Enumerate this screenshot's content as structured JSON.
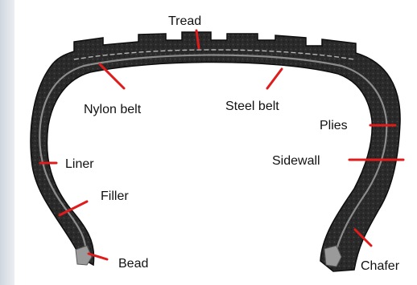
{
  "diagram": {
    "labels": {
      "tread": "Tread",
      "nylon_belt": "Nylon belt",
      "steel_belt": "Steel belt",
      "plies": "Plies",
      "liner": "Liner",
      "sidewall": "Sidewall",
      "filler": "Filler",
      "bead": "Bead",
      "chafer": "Chafer"
    },
    "colors": {
      "tire": "#262626",
      "tire_edge": "#0d0d0d",
      "liner": "#8c8c8c",
      "leader": "#e01b1b",
      "text": "#111111"
    }
  }
}
